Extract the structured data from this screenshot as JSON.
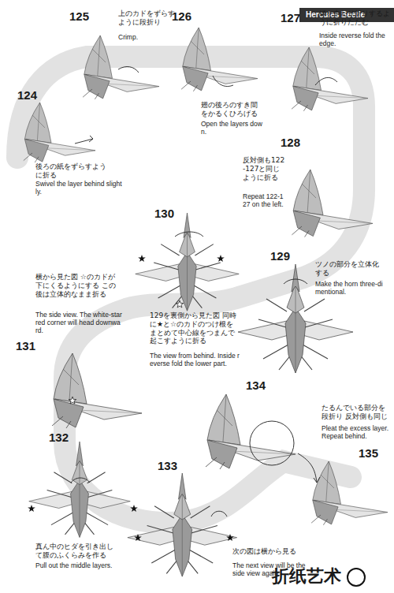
{
  "diagram": {
    "title": "Hercules Beetle",
    "labels": [
      "124",
      "後ろの紙をずらすように折る",
      "Swivel the layer behind slightly.",
      "125",
      "上のカドをずらすように段折り",
      "Crimp.",
      "126",
      "翅の後ろのすき間をかるくひろげる",
      "Open the layers down.",
      "127",
      "縁を中わり折りするように折りたたむ",
      "Inside reverse fold the edge.",
      "128",
      "反対側も122-127と同じように折る",
      "Repeat 122-127 on the left.",
      "129",
      "ツノの部分を立体化する",
      "Make the horn three-dimentional.",
      "130",
      "129を裏側から見た図 同時に★と☆のカドのつけ根をまとめて中心線をつまんで起こすように折る",
      "The view from behind. Inside reverse fold the lower part.",
      "131",
      "横から見た図 ☆のカドが下にくるようにする この後は立体的なまま折る",
      "The side view. The white-starred corner will head downward.",
      "132",
      "真ん中のヒダを引き出して腹のふくらみを作る",
      "Pull out the middle layers.",
      "133",
      "次の図は横から見る",
      "The next view will be the side view again.",
      "134",
      "135",
      "たるんでいる部分を段折り 反対側も同じ",
      "Pleat the excess layer. Repeat behind.",
      "折纸艺术"
    ]
  }
}
